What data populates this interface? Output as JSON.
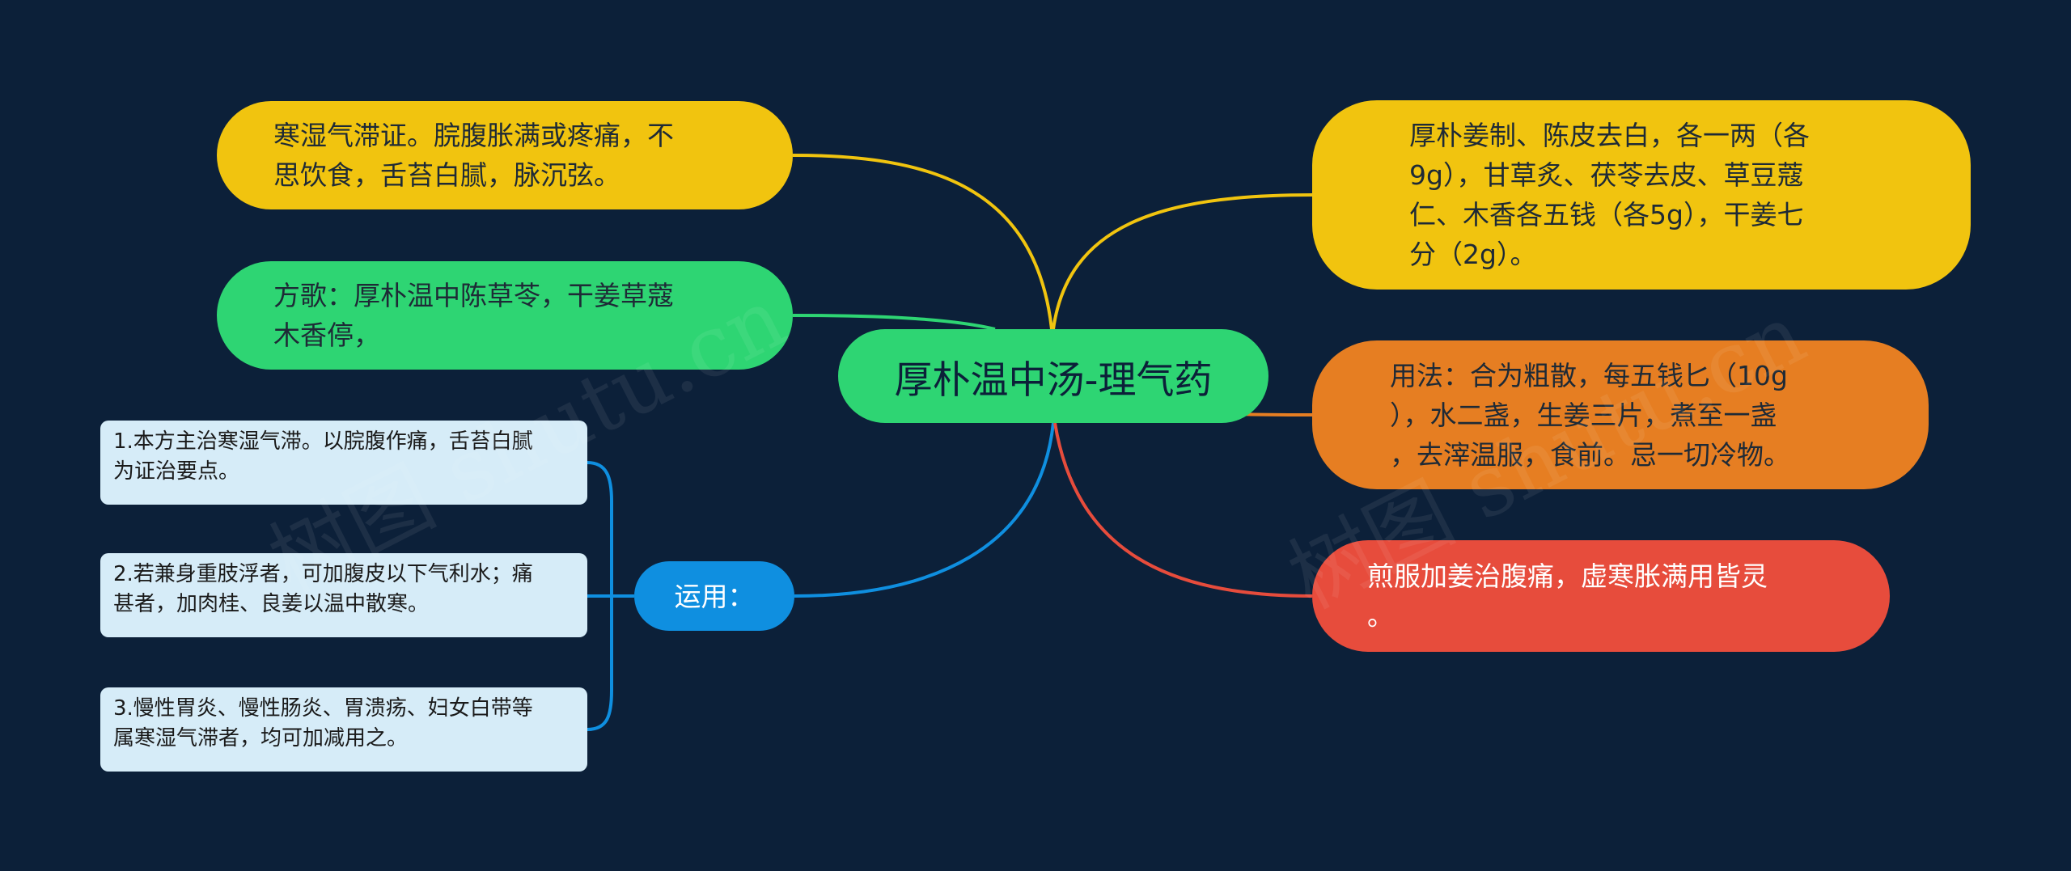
{
  "root": {
    "label": "厚朴温中汤-理气药"
  },
  "nodes": {
    "indication": "寒湿气滞证。脘腹胀满或疼痛，不\n思饮食，舌苔白腻，脉沉弦。",
    "formula_song": "方歌：厚朴温中陈草苓，干姜草蔻\n木香停，",
    "ingredients": "厚朴姜制、陈皮去白，各一两（各\n9g），甘草炙、茯苓去皮、草豆蔻\n仁、木香各五钱（各5g），干姜七\n分（2g）。",
    "usage_method": "用法：合为粗散，每五钱匕（10g\n），水二盏，生姜三片，煮至一盏\n，去滓温服，食前。忌一切冷物。",
    "verse_ending": "煎服加姜治腹痛，虚寒胀满用皆灵\n。",
    "application": "运用："
  },
  "application_items": [
    "1.本方主治寒湿气滞。以脘腹作痛，舌苔白腻\n为证治要点。",
    "2.若兼身重肢浮者，可加腹皮以下气利水；痛\n甚者，加肉桂、良姜以温中散寒。",
    "3.慢性胃炎、慢性肠炎、胃溃疡、妇女白带等\n属寒湿气滞者，均可加减用之。"
  ],
  "watermark": "树图 shutu.cn",
  "colors": {
    "background": "#0c2039",
    "root": "#2ed573",
    "yellow": "#f1c40f",
    "green": "#2ed573",
    "orange": "#e67e22",
    "red": "#e74c3c",
    "blue": "#0f8fe0",
    "leaf": "#d6ecf8"
  }
}
